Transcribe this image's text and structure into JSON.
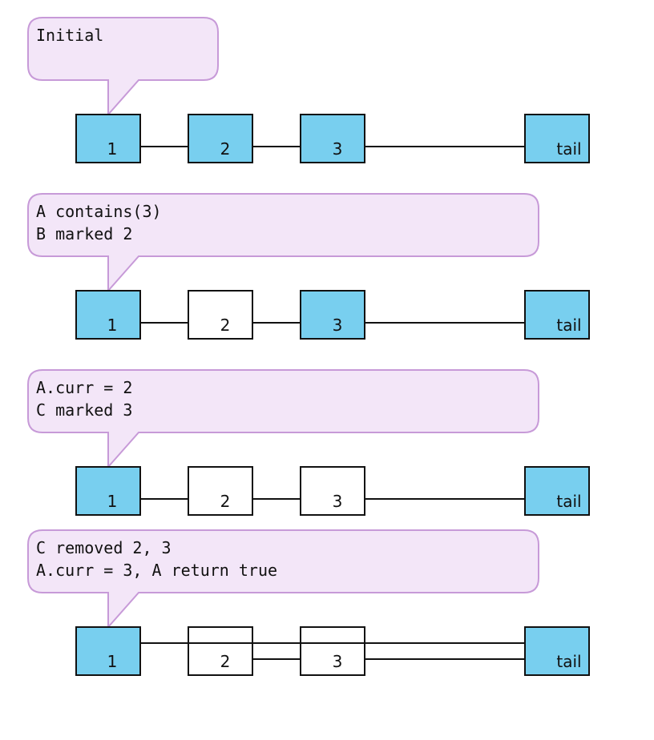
{
  "colors": {
    "filled_node": "#78cfef",
    "empty_node": "#ffffff",
    "callout_fill": "#f3e6f8",
    "callout_stroke": "#c79ad8",
    "edge": "#111111"
  },
  "steps": [
    {
      "callout_lines": [
        "Initial"
      ],
      "nodes": [
        {
          "label": "1",
          "filled": true
        },
        {
          "label": "2",
          "filled": true
        },
        {
          "label": "3",
          "filled": true
        },
        {
          "label": "tail",
          "filled": true
        }
      ]
    },
    {
      "callout_lines": [
        "A contains(3)",
        "B marked 2"
      ],
      "nodes": [
        {
          "label": "1",
          "filled": true
        },
        {
          "label": "2",
          "filled": false
        },
        {
          "label": "3",
          "filled": true
        },
        {
          "label": "tail",
          "filled": true
        }
      ]
    },
    {
      "callout_lines": [
        "A.curr = 2",
        "C marked 3"
      ],
      "nodes": [
        {
          "label": "1",
          "filled": true
        },
        {
          "label": "2",
          "filled": false
        },
        {
          "label": "3",
          "filled": false
        },
        {
          "label": "tail",
          "filled": true
        }
      ]
    },
    {
      "callout_lines": [
        "C removed 2, 3",
        "A.curr = 3, A return true"
      ],
      "nodes": [
        {
          "label": "1",
          "filled": true
        },
        {
          "label": "2",
          "filled": false
        },
        {
          "label": "3",
          "filled": false
        },
        {
          "label": "tail",
          "filled": true
        }
      ]
    }
  ]
}
